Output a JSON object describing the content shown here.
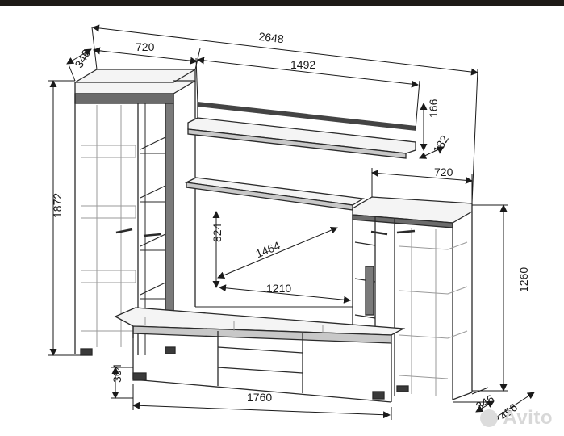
{
  "dimensions": {
    "total_width": "2648",
    "left_depth": "346",
    "left_width": "720",
    "shelf_width": "1492",
    "shelf_height": "166",
    "shelf_depth": "182",
    "right_width": "720",
    "left_height": "1872",
    "tv_height": "824",
    "tv_diagonal": "1464",
    "tv_width": "1210",
    "right_height": "1260",
    "base_height": "364",
    "base_width": "1760",
    "right_depth_346": "346",
    "base_depth": "456"
  },
  "watermark": {
    "text": "Avito"
  }
}
